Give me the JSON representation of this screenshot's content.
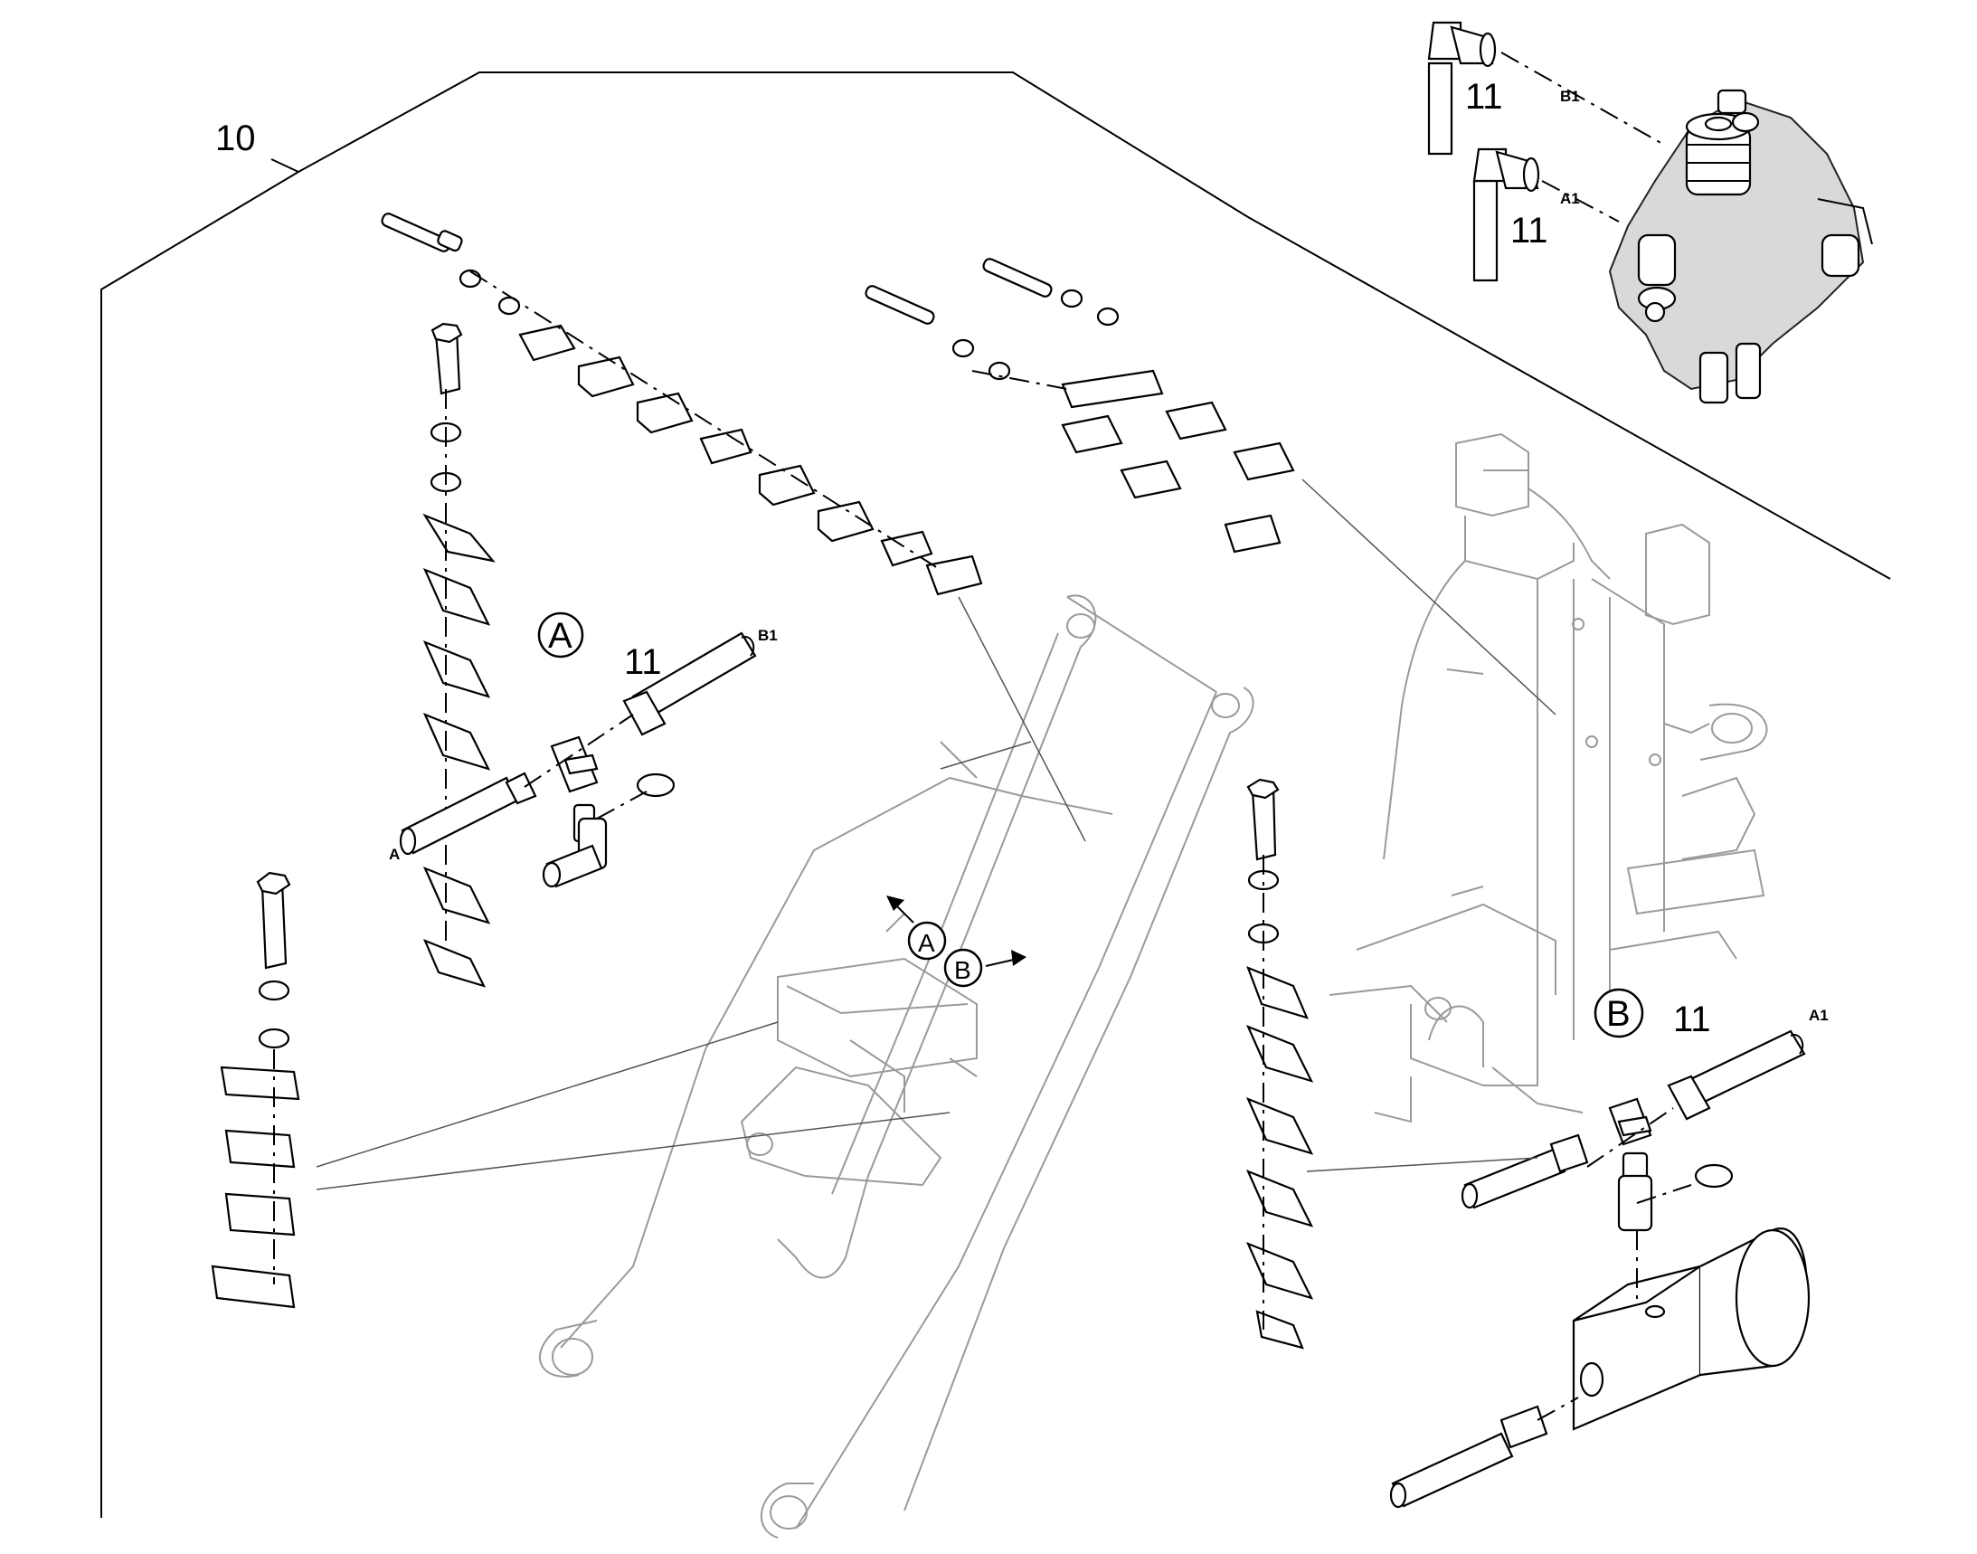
{
  "labels": {
    "assembly_ref": "10",
    "part_ref_11": "11",
    "detail_a": "A",
    "detail_b": "B",
    "port_a": "A",
    "port_a1": "A1",
    "port_b1": "B1"
  }
}
